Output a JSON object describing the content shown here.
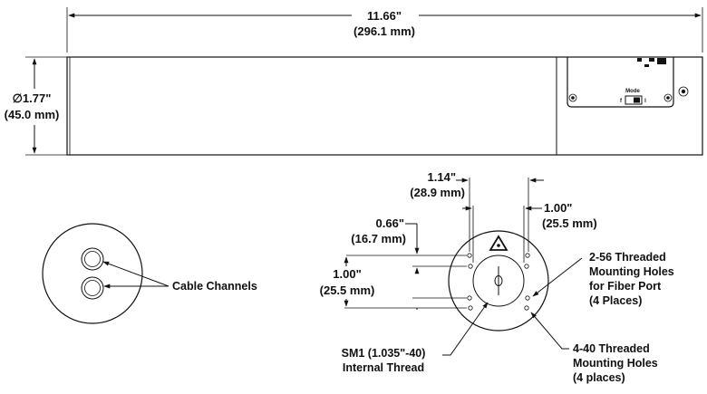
{
  "dimensions": {
    "length_in": "11.66\"",
    "length_mm": "(296.1 mm)",
    "diameter_in": "∅1.77\"",
    "diameter_mm": "(45.0 mm)",
    "d114_in": "1.14\"",
    "d114_mm": "(28.9 mm)",
    "d100r_in": "1.00\"",
    "d100r_mm": "(25.5 mm)",
    "d066_in": "0.66\"",
    "d066_mm": "(16.7 mm)",
    "d100l_in": "1.00\"",
    "d100l_mm": "(25.5 mm)"
  },
  "labels": {
    "cable_channels": "Cable Channels",
    "fiber_port_holes": [
      "2-56 Threaded",
      "Mounting Holes",
      "for Fiber Port",
      "(4 Places)"
    ],
    "sm1_thread": [
      "SM1 (1.035\"-40)",
      "Internal Thread"
    ],
    "mount_holes_440": [
      "4-40 Threaded",
      "Mounting Holes",
      "(4 places)"
    ]
  },
  "panel": {
    "mode_label": "Mode",
    "switch_left": "f",
    "switch_right": "I"
  }
}
